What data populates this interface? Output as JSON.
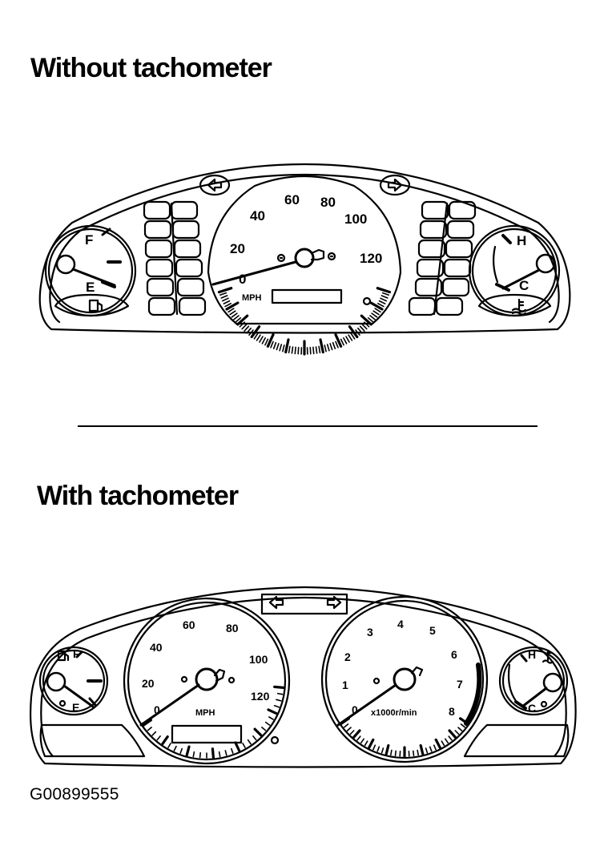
{
  "headings": {
    "without_tach": "Without tachometer",
    "with_tach": "With tachometer"
  },
  "figure_id": "G00899555",
  "cluster1": {
    "fuel": {
      "full": "F",
      "empty": "E"
    },
    "temp": {
      "hot": "H",
      "cold": "C"
    },
    "speedo_labels": [
      "0",
      "20",
      "40",
      "60",
      "80",
      "100",
      "120"
    ],
    "unit": "MPH"
  },
  "cluster2": {
    "fuel": {
      "full": "F",
      "empty": "E"
    },
    "temp": {
      "hot": "H",
      "cold": "C"
    },
    "speedo_labels": [
      "0",
      "20",
      "40",
      "60",
      "80",
      "100",
      "120"
    ],
    "speedo_unit": "MPH",
    "tach_labels": [
      "0",
      "1",
      "2",
      "3",
      "4",
      "5",
      "6",
      "7",
      "8"
    ],
    "tach_unit": "x1000r/min"
  },
  "icons": [
    "turn-left-arrow-icon",
    "turn-right-arrow-icon",
    "fuel-pump-icon",
    "coolant-temp-icon"
  ]
}
